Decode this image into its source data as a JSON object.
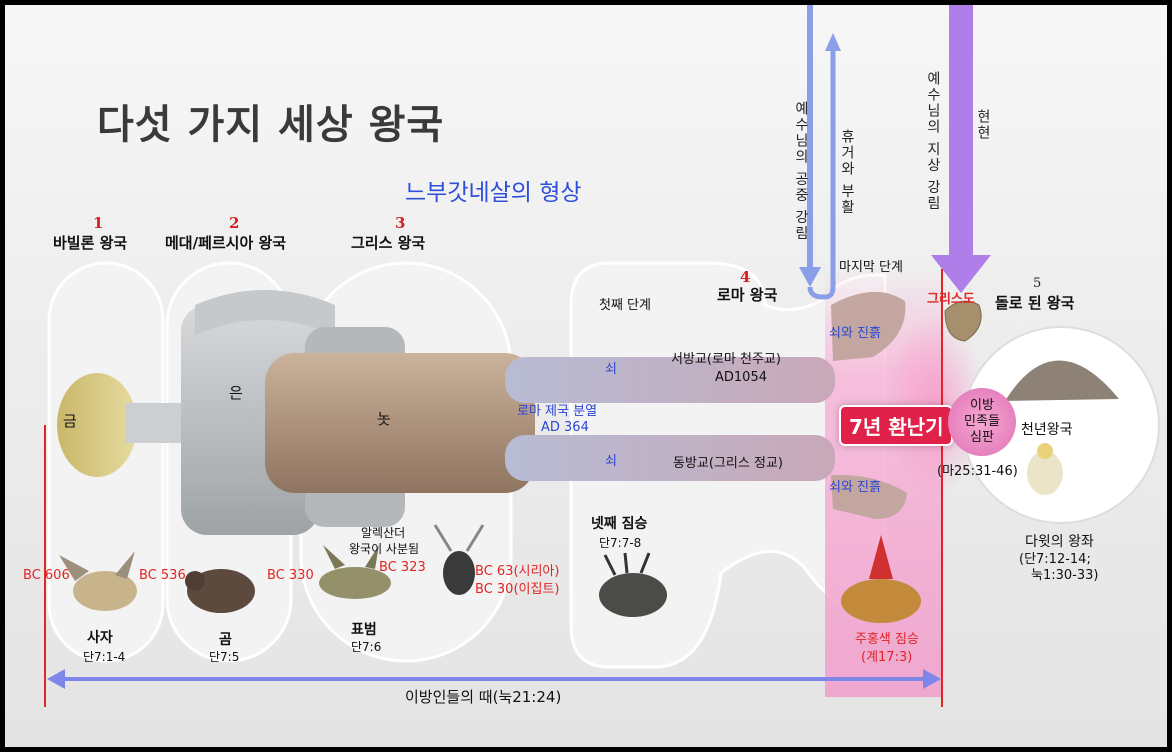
{
  "title": "다섯 가지 세상 왕국",
  "subtitle": "느부갓네살의 형상",
  "arrows": {
    "second_coming_air": "예수님의 공중 강림",
    "rapture": "휴거와 부활",
    "second_coming_earth": "예수님의 지상 강림",
    "manifestation": "현현"
  },
  "kingdoms": [
    {
      "num": "1",
      "name": "바빌론 왕국",
      "metal": "금",
      "beast": "사자",
      "ref": "단7:1-4",
      "date": "BC 606"
    },
    {
      "num": "2",
      "name": "메대/페르시아 왕국",
      "metal": "은",
      "beast": "곰",
      "ref": "단7:5",
      "date": "BC 536"
    },
    {
      "num": "3",
      "name": "그리스 왕국",
      "metal": "놋",
      "beast": "표범",
      "ref": "단7:6",
      "date": "BC 330"
    },
    {
      "num": "4",
      "name": "로마 왕국",
      "metal": "쇠",
      "beast": "넷째 짐승",
      "ref": "단7:7-8"
    },
    {
      "num": "5",
      "name": "돌로 된 왕국"
    }
  ],
  "greece": {
    "split_note_line1": "알렉산더",
    "split_note_line2": "왕국이 사분됨",
    "split_date": "BC 323",
    "syria": "BC 63(시리아)",
    "egypt": "BC 30(이집트)"
  },
  "rome": {
    "first_stage": "첫째 단계",
    "last_stage": "마지막 단계",
    "iron_upper": "쇠",
    "iron_lower": "쇠",
    "west_line1": "서방교(로마 천주교)",
    "west_line2": "AD1054",
    "east": "동방교(그리스 정교)",
    "split_line1": "로마 제국 분열",
    "split_line2": "AD 364",
    "iron_clay_upper": "쇠와 진흙",
    "iron_clay_lower": "쇠와 진흙"
  },
  "tribulation": "7년 환난기",
  "scarlet_beast": "주홍색 짐승",
  "scarlet_ref": "(계17:3)",
  "christ": "그리스도",
  "judgment": {
    "line1": "이방",
    "line2": "민족들",
    "line3": "심판",
    "ref": "(마25:31-46)"
  },
  "millennium": "천년왕국",
  "throne": {
    "line1": "다윗의 왕좌",
    "line2": "(단7:12-14;",
    "line3": "눅1:30-33)"
  },
  "times_of_gentiles": "이방인들의 때(눅21:24)",
  "colors": {
    "title": "#3a3a3a",
    "subtitle": "#2f4fd8",
    "red": "#e02525",
    "blue": "#2a45d6",
    "arrow_purple": "#b07ee8",
    "pink": "#f7b6d8"
  }
}
